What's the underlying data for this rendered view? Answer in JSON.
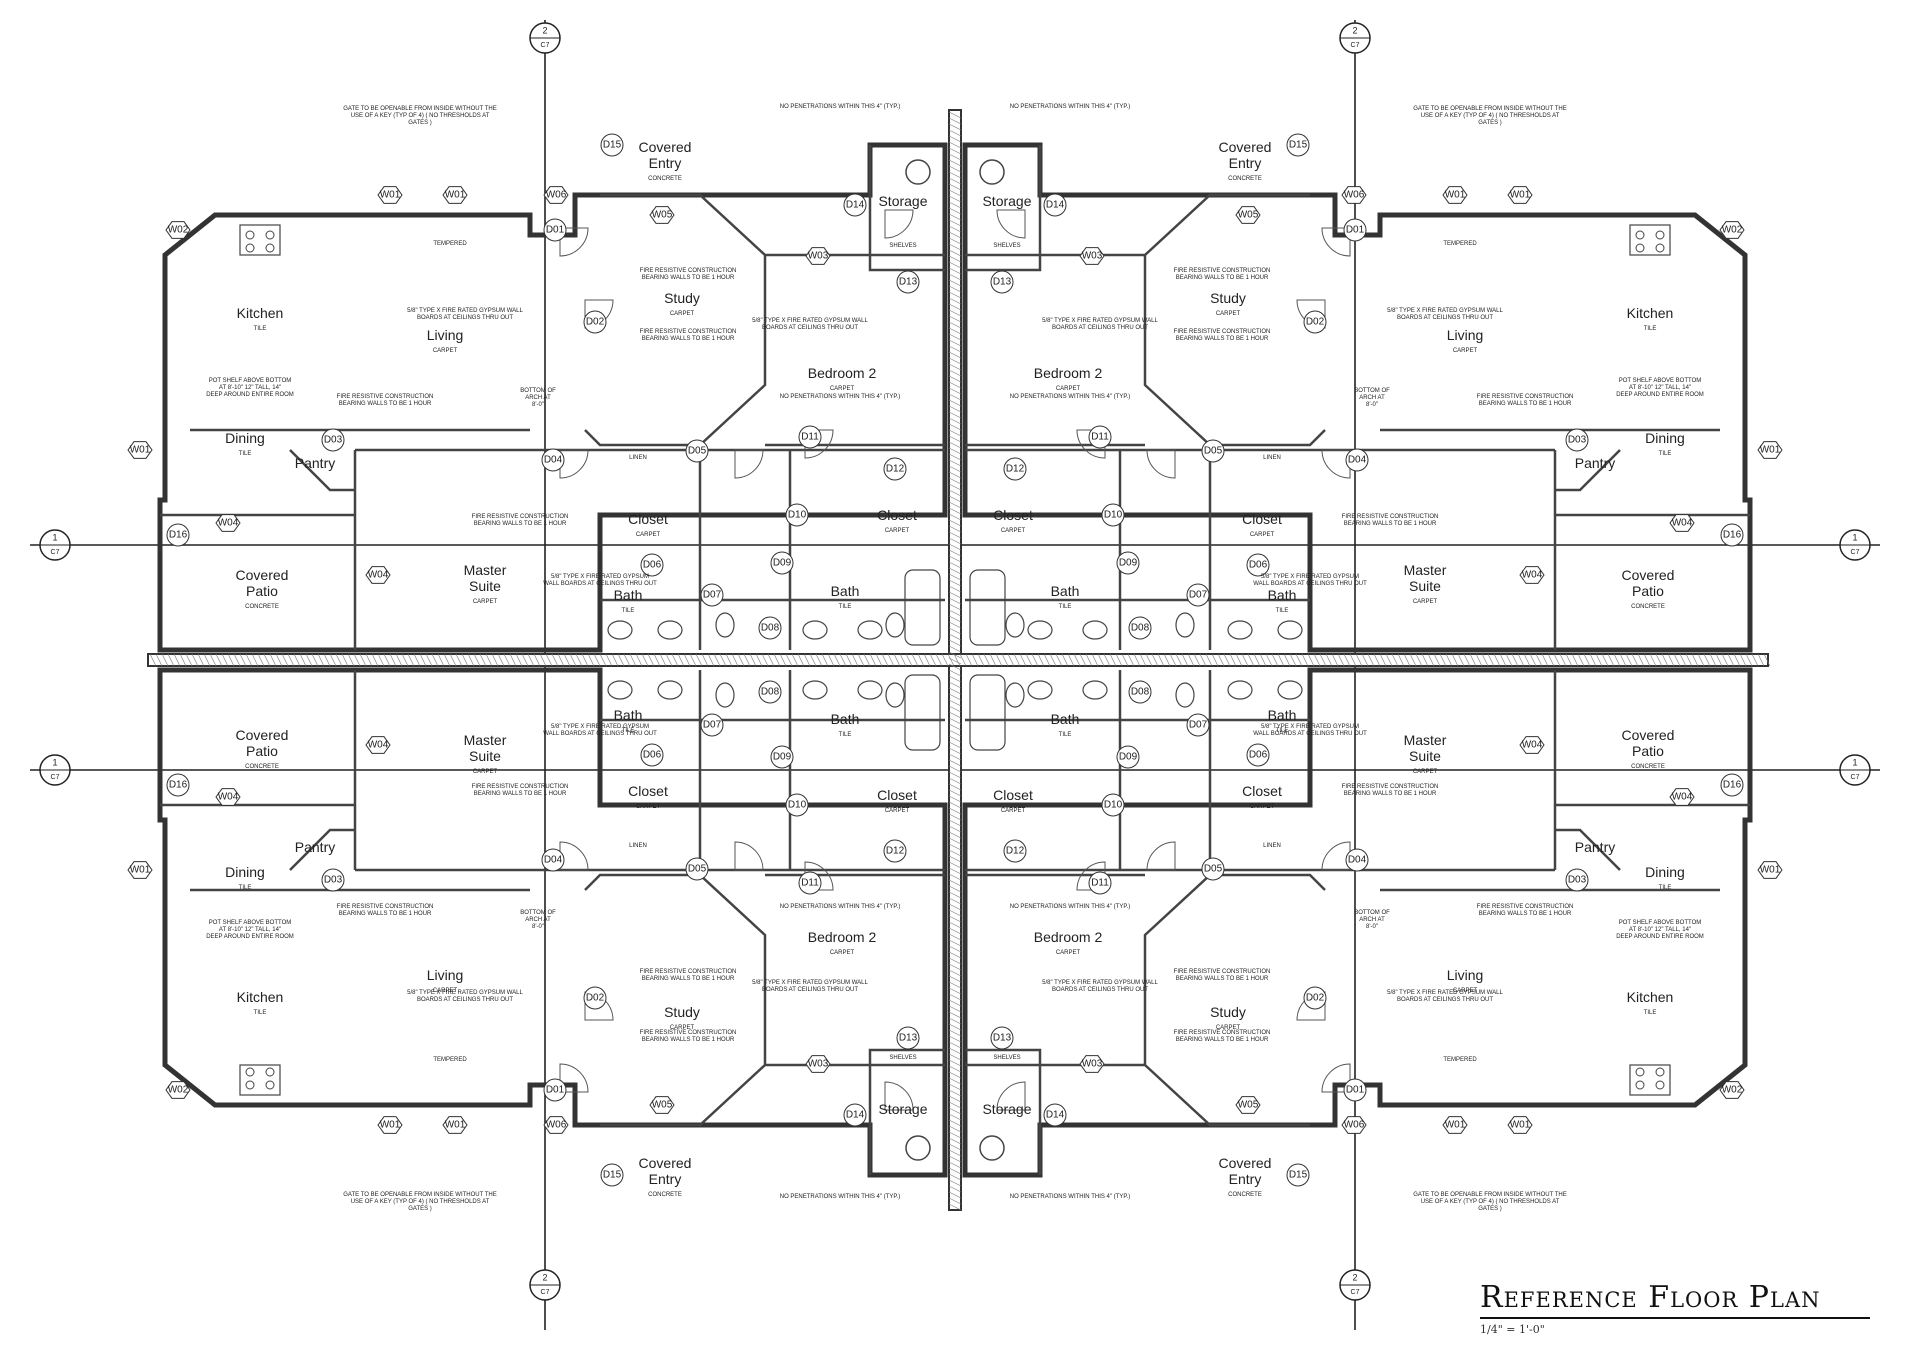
{
  "title": "Reference Floor Plan",
  "scale": "1/4\" = 1'-0\"",
  "grid_markers": {
    "vertical": {
      "number": "2",
      "sheet": "C7"
    },
    "horizontal": {
      "number": "1",
      "sheet": "C7"
    }
  },
  "rooms": {
    "kitchen": {
      "name": "Kitchen",
      "finish": "TILE"
    },
    "living": {
      "name": "Living",
      "finish": "CARPET"
    },
    "dining": {
      "name": "Dining",
      "finish": "TILE"
    },
    "pantry": {
      "name": "Pantry"
    },
    "covered_entry": {
      "name": "Covered Entry",
      "finish": "CONCRETE"
    },
    "study": {
      "name": "Study",
      "finish": "CARPET"
    },
    "storage": {
      "name": "Storage"
    },
    "bedroom2": {
      "name": "Bedroom 2",
      "finish": "CARPET"
    },
    "closet": {
      "name": "Closet",
      "finish": "CARPET"
    },
    "bath": {
      "name": "Bath",
      "finish": "TILE"
    },
    "master_suite": {
      "name": "Master Suite",
      "finish": "CARPET"
    },
    "covered_patio": {
      "name": "Covered Patio",
      "finish": "CONCRETE"
    }
  },
  "notes": {
    "gate": "GATE TO BE OPENABLE FROM INSIDE WITHOUT THE USE OF A KEY (TYP OF 4) ( NO THRESHOLDS AT GATES )",
    "no_penetrations": "NO PENETRATIONS WITHIN THIS 4\" (TYP.)",
    "tempered": "TEMPERED",
    "fire_resistive": "FIRE RESISTIVE CONSTRUCTION BEARING WALLS TO BE 1 HOUR",
    "gypsum": "5/8\" TYPE X FIRE RATED GYPSUM WALL BOARDS AT CEILINGS THRU OUT",
    "pot_shelf": "POT SHELF ABOVE BOTTOM AT 8'-10\" 12\" TALL, 14\" DEEP AROUND ENTIRE ROOM",
    "arch": "BOTTOM OF ARCH AT 8'-0\"",
    "shelves": "SHELVES",
    "linen": "LINEN"
  },
  "tags": {
    "D01": "D01",
    "D02": "D02",
    "D03": "D03",
    "D04": "D04",
    "D05": "D05",
    "D06": "D06",
    "D07": "D07",
    "D08": "D08",
    "D09": "D09",
    "D10": "D10",
    "D11": "D11",
    "D12": "D12",
    "D13": "D13",
    "D14": "D14",
    "D15": "D15",
    "D16": "D16",
    "W01": "W01",
    "W02": "W02",
    "W03": "W03",
    "W04": "W04",
    "W05": "W05",
    "W06": "W06"
  }
}
